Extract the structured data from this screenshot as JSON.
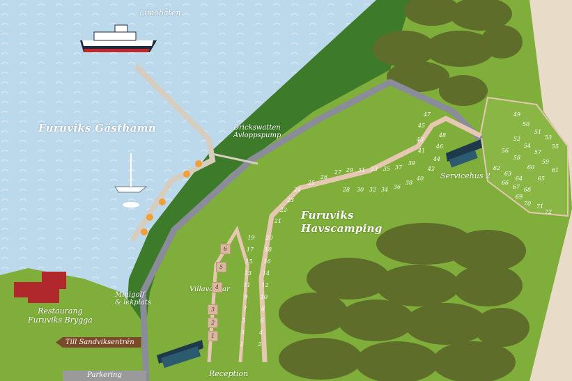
{
  "labels": {
    "ferry": "Limöbåten",
    "harbor": "Furuviks Gästhamn",
    "water": "Drickswatten\nAvloppspump",
    "camping": "Furuviks\nHavscamping",
    "service2": "Servicehus 2",
    "minigolf": "Minigolf\n& lekplats",
    "restaurant": "Restaurang\nFuruviks Brygga",
    "villavagnar": "Villavagnar",
    "sign": "Till Sandviksentrén",
    "parking": "Parkering",
    "reception": "Reception"
  },
  "sites_left": [
    "1",
    "2",
    "3",
    "4",
    "5",
    "6",
    "7",
    "8",
    "9",
    "10",
    "11",
    "12",
    "13",
    "14",
    "15",
    "16",
    "17",
    "18",
    "19",
    "20"
  ],
  "sites_curve": [
    "21",
    "22",
    "23",
    "24",
    "25",
    "26",
    "27",
    "28",
    "29",
    "30",
    "31",
    "32",
    "33",
    "34",
    "35",
    "36",
    "37",
    "38",
    "39",
    "40",
    "41",
    "42",
    "43",
    "44",
    "45",
    "46",
    "47",
    "48"
  ],
  "sites_right": [
    "49",
    "50",
    "51",
    "52",
    "53",
    "54",
    "55",
    "56",
    "57",
    "58",
    "59",
    "60",
    "61",
    "62",
    "63",
    "64",
    "65",
    "66",
    "67",
    "68",
    "69",
    "70",
    "71",
    "72"
  ],
  "villas": [
    "1",
    "2",
    "3",
    "4",
    "5",
    "6"
  ],
  "colors": {
    "water": "#bcd9ec",
    "grass": "#7fae3a",
    "darkgrass": "#3d7a2a",
    "forest": "#5e6e2a",
    "road": "#8a8c9a",
    "path": "#e6c8b2",
    "sand": "#e8dcc8"
  }
}
